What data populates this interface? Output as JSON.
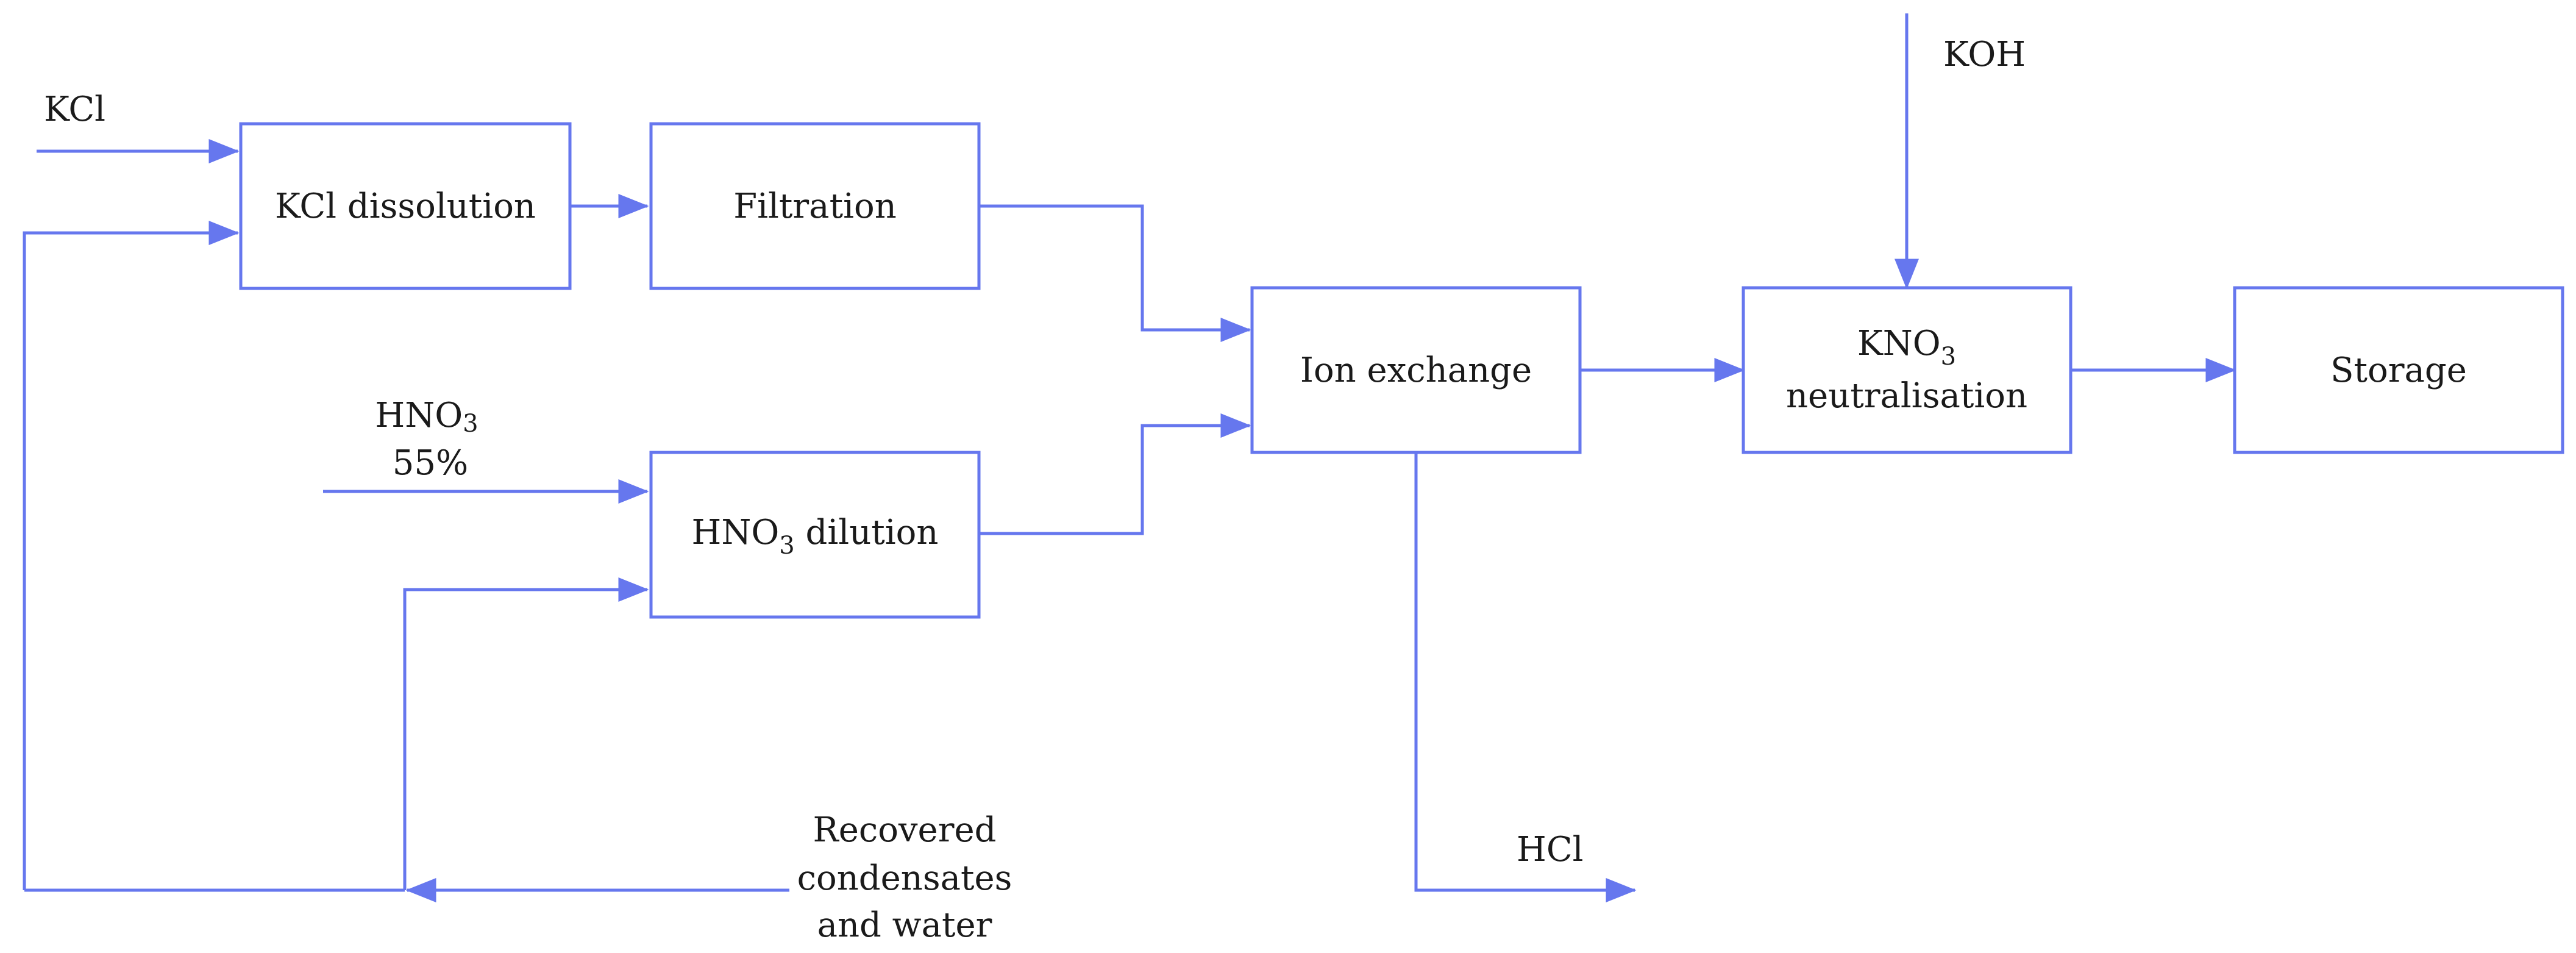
{
  "diagram": {
    "colors": {
      "line": "#6677ee",
      "box_fill": "#ffffff",
      "text": "#1a1a1a"
    },
    "boxes": {
      "kcl_dissolution": "KCl dissolution",
      "filtration": "Filtration",
      "hno3_dilution": {
        "prefix": "HNO",
        "sub": "3",
        "suffix": " dilution"
      },
      "ion_exchange": "Ion exchange",
      "kno3_neutralisation": {
        "line1_prefix": "KNO",
        "line1_sub": "3",
        "line2": "neutralisation"
      },
      "storage": "Storage"
    },
    "streams": {
      "kcl_feed": "KCl",
      "hno3_feed": {
        "line1_prefix": "HNO",
        "line1_sub": "3",
        "line2": "55%"
      },
      "koh_feed": "KOH",
      "hcl_out": "HCl",
      "recovered": {
        "line1": "Recovered",
        "line2": "condensates",
        "line3": "and water"
      }
    }
  }
}
